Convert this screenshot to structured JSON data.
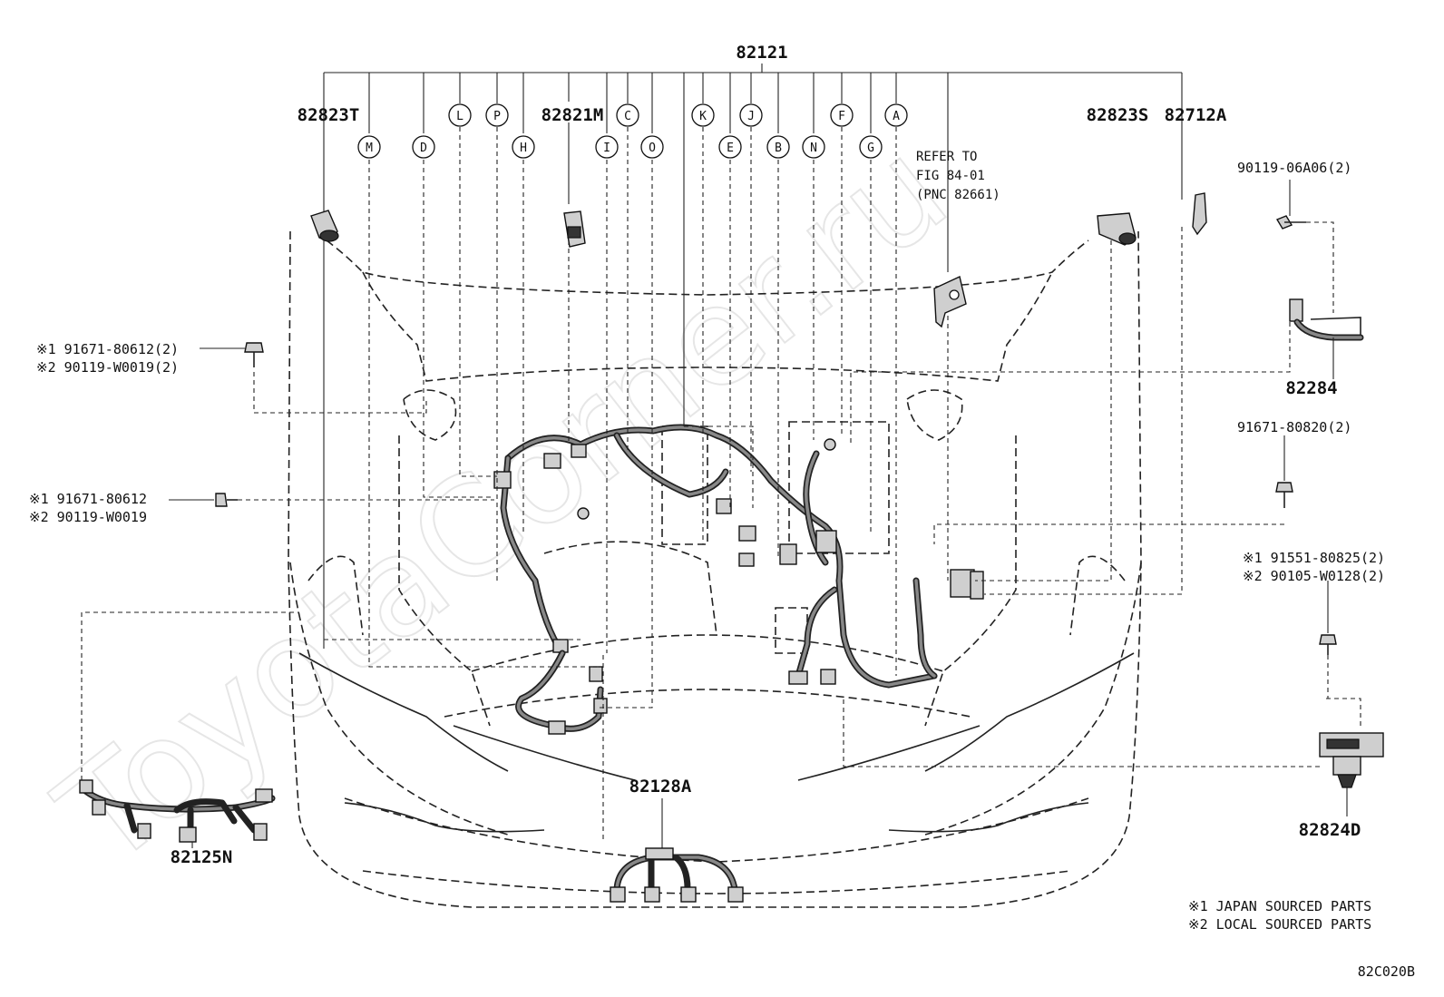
{
  "watermark": "ToyotaCorner.ru",
  "diagram_id": "82C020B",
  "main_part": "82121",
  "parts": {
    "p82823T": "82823T",
    "p82821M": "82821M",
    "p82823S": "82823S",
    "p82712A": "82712A",
    "p82284": "82284",
    "p82824D": "82824D",
    "p82125N": "82125N",
    "p82128A": "82128A"
  },
  "callouts": [
    "M",
    "D",
    "L",
    "P",
    "H",
    "I",
    "C",
    "O",
    "K",
    "E",
    "J",
    "B",
    "N",
    "F",
    "G",
    "A"
  ],
  "refer": {
    "line1": "REFER TO",
    "line2": "FIG 84-01",
    "line3": "(PNC 82661)"
  },
  "fasteners": {
    "left_top_1": "※1 91671-80612(2)",
    "left_top_2": "※2 90119-W0019(2)",
    "left_mid_1": "※1 91671-80612",
    "left_mid_2": "※2 90119-W0019",
    "right_top": "90119-06A06(2)",
    "right_mid": "91671-80820(2)",
    "right_low_1": "※1 91551-80825(2)",
    "right_low_2": "※2 90105-W0128(2)"
  },
  "legend": {
    "l1": "※1 JAPAN SOURCED PARTS",
    "l2": "※2 LOCAL SOURCED PARTS"
  }
}
